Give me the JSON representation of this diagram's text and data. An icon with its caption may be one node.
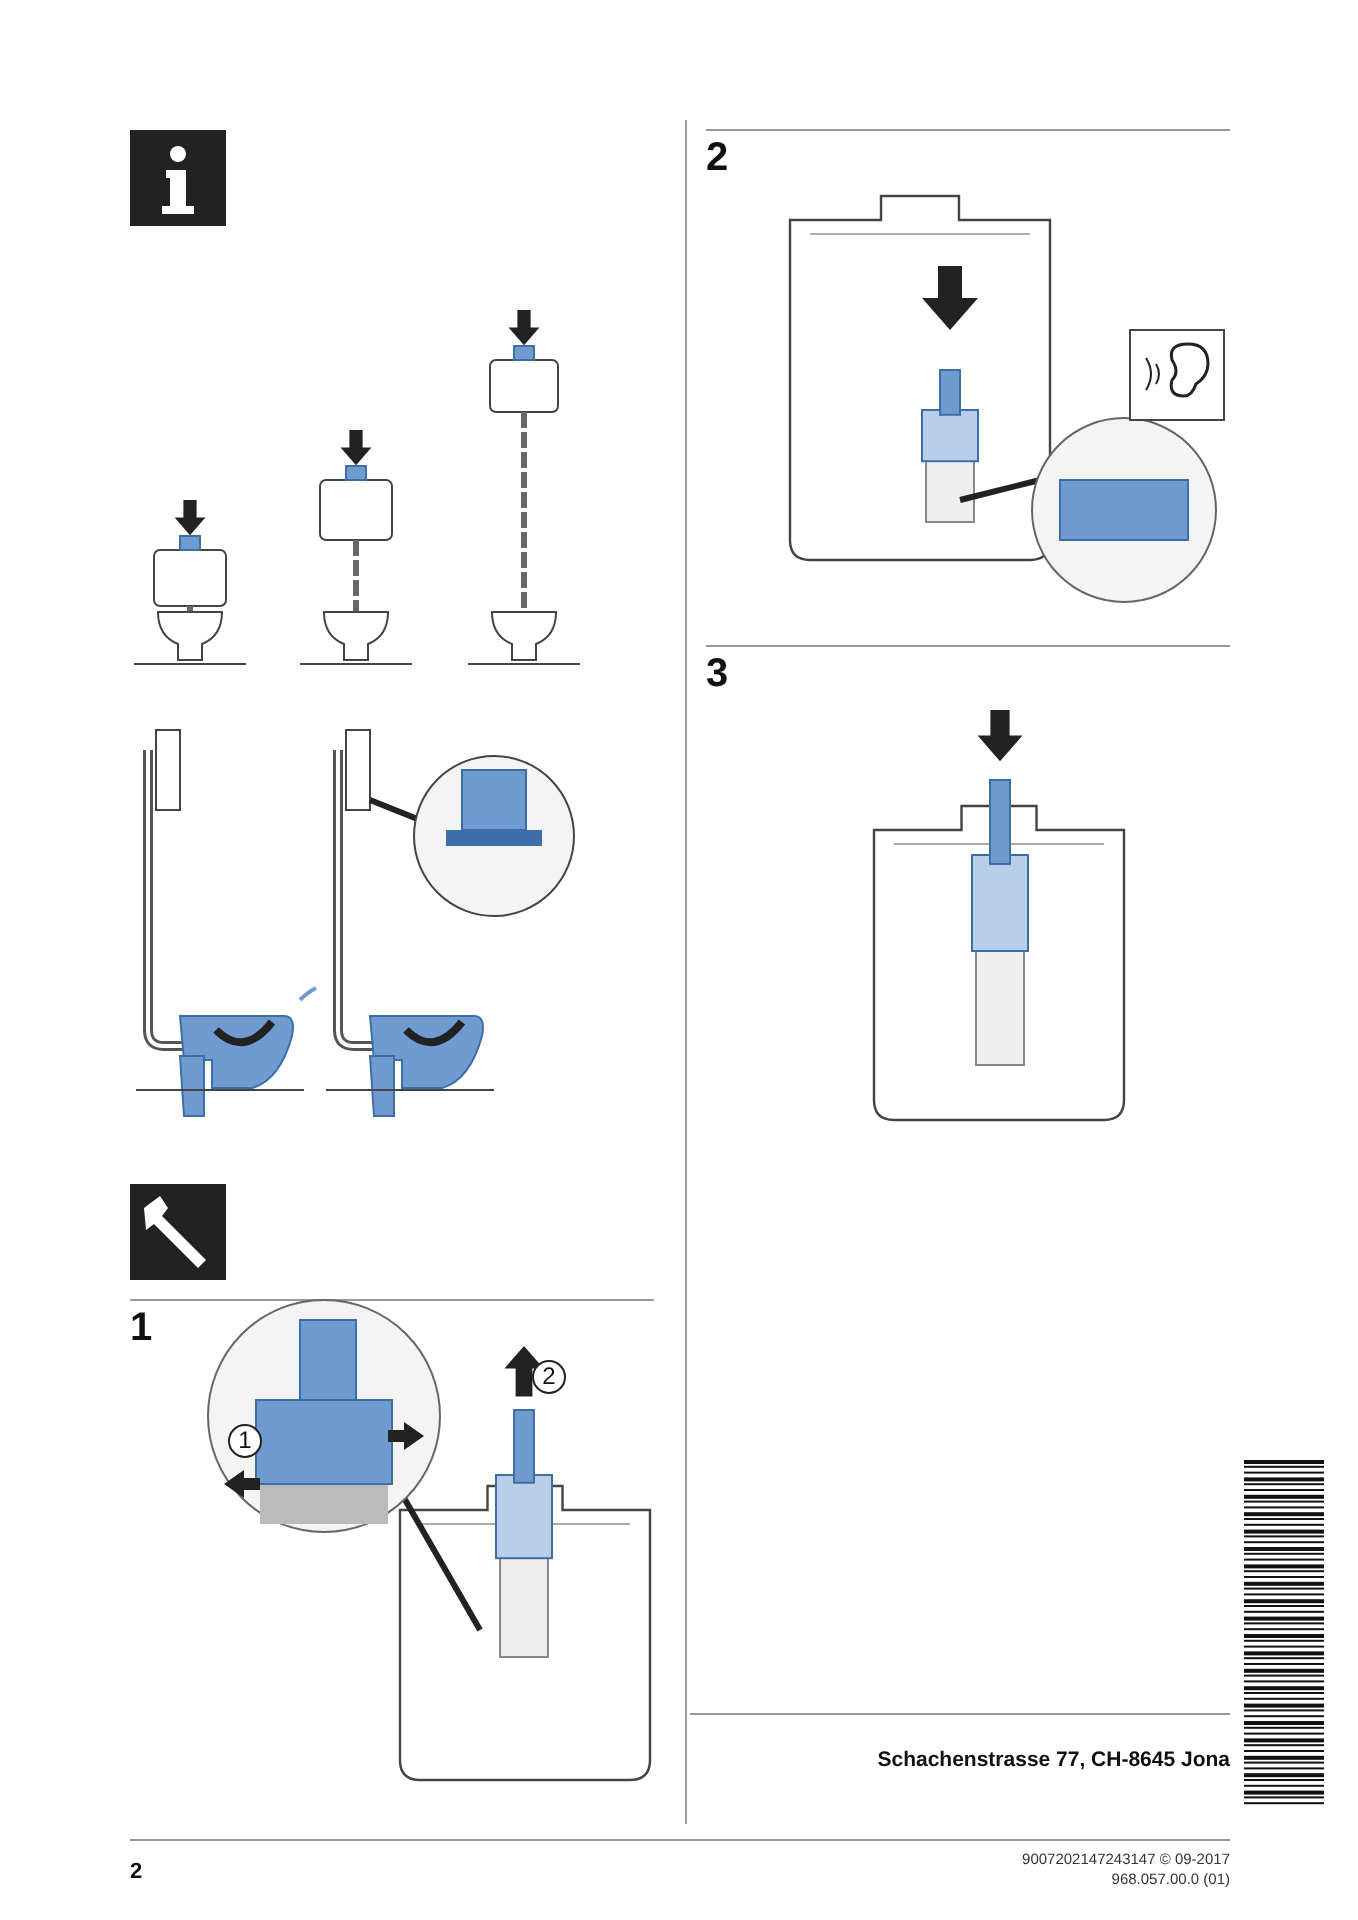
{
  "diagram": {
    "labels": [
      "2",
      "3",
      "1",
      "1",
      "2",
      "Schachenstrasse 77, CH-8645 Jona",
      "2",
      "9007202147243147 © 09-2017",
      "968.057.00.0 (01)"
    ]
  }
}
